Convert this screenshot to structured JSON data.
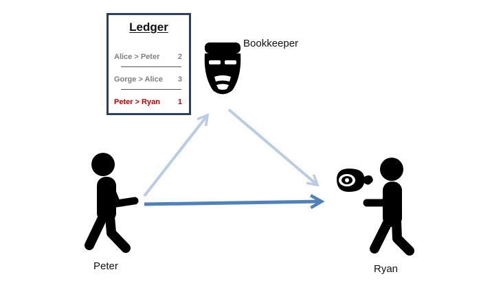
{
  "ledger": {
    "title": "Ledger",
    "entries": [
      {
        "who": "Alice > Peter",
        "amount": "2"
      },
      {
        "who": "Gorge > Alice",
        "amount": "3"
      },
      {
        "who": "Peter > Ryan",
        "amount": "1"
      }
    ]
  },
  "labels": {
    "bookkeeper": "Bookkeeper",
    "peter": "Peter",
    "ryan": "Ryan"
  },
  "colors": {
    "ledger_border": "#2a3f5c",
    "light_arrow": "#b8cce4",
    "dark_arrow": "#4f81bd",
    "highlight_entry": "#c00000",
    "figure": "#000000"
  },
  "icons": {
    "bookkeeper": "bookkeeper-face-icon",
    "peter": "person-walking-icon",
    "ryan": "person-walking-icon",
    "meat": "meat-icon"
  }
}
